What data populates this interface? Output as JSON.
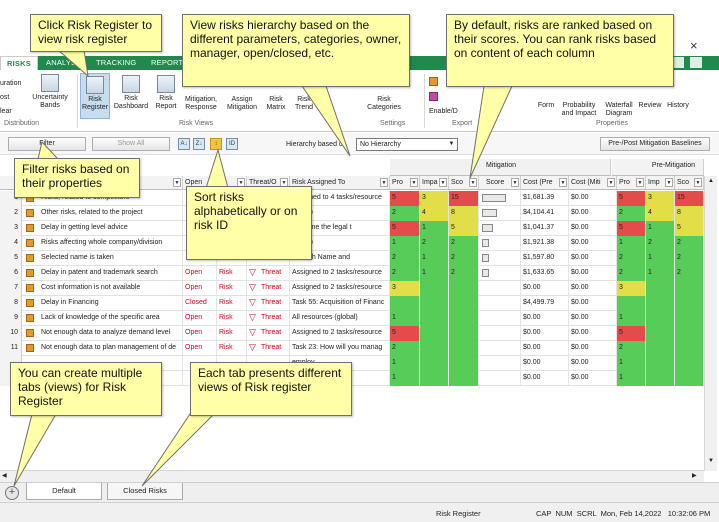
{
  "ribbon": {
    "tabs": [
      "RISKS",
      "ANALYSIS",
      "TRACKING",
      "REPORT"
    ],
    "left_items": [
      "uration",
      "ost",
      "lear"
    ],
    "group_distribution": "Distribution",
    "group_risk_views": "Risk Views",
    "group_settings": "Settings",
    "group_export": "Export",
    "group_properties": "Properties",
    "buttons": {
      "uncertainty": "Uncertainty Bands",
      "risk_register": "Risk Register",
      "risk_dashboard": "Risk Dashboard",
      "risk_report": "Risk Report",
      "mitigation": "Mitigation, Response",
      "assign": "Assign Mitigation",
      "matrix": "Risk Matrix",
      "trend": "Risk Trend",
      "categories": "Risk Categories",
      "enable": "Enable/D",
      "form": "Form",
      "probability": "Probability and Impact",
      "waterfall": "Waterfall Diagram",
      "review": "Review",
      "history": "History"
    },
    "close_glyph": "×"
  },
  "toolbar": {
    "filter": "Filter",
    "show_all": "Show All",
    "sort_icons": [
      "A↓",
      "Z↓",
      "↕",
      "ID"
    ],
    "hierarchy_label": "Hierarchy based o",
    "hierarchy_value": "No Hierarchy",
    "baselines": "Pre-/Post Mitigation Baselines"
  },
  "grid": {
    "group_mitigation": "Mitigation",
    "group_pre_mitigation": "Pre-Mitigation",
    "headers": {
      "status": "Open",
      "threat": "Threat/O",
      "assigned": "Risk Assigned To",
      "prob": "Pro",
      "impact": "Impa",
      "score": "Sco",
      "score2": "Score",
      "cost_pre": "Cost (Pre",
      "cost_miti": "Cost (Miti",
      "pre_prob": "Pro",
      "pre_impact": "Imp",
      "pre_score": "Sco"
    },
    "rows": [
      {
        "n": "1",
        "name": "Risks, related to competitors",
        "status": "",
        "type": "",
        "threat": "",
        "assigned": "Assigned to 4 tasks/resource",
        "prob": "5",
        "impact": "3",
        "score": "15",
        "cost_pre": "$1,681.39",
        "cost_miti": "$0.00",
        "pp": "5",
        "pi": "3",
        "ps": "15"
      },
      {
        "n": "2",
        "name": "Other risks, related to the project",
        "status": "",
        "type": "",
        "threat": "",
        "assigned": "global)",
        "prob": "2",
        "impact": "4",
        "score": "8",
        "cost_pre": "$4,104.41",
        "cost_miti": "$0.00",
        "pp": "2",
        "pi": "4",
        "ps": "8"
      },
      {
        "n": "3",
        "name": "Delay in getting level advice",
        "status": "",
        "type": "",
        "threat": "",
        "assigned": "etermine the legal t",
        "prob": "5",
        "impact": "1",
        "score": "5",
        "cost_pre": "$1,041.37",
        "cost_miti": "$0.00",
        "pp": "5",
        "pi": "1",
        "ps": "5"
      },
      {
        "n": "4",
        "name": "Risks affecting whole company/division",
        "status": "",
        "type": "",
        "threat": "",
        "assigned": "global)",
        "prob": "1",
        "impact": "2",
        "score": "2",
        "cost_pre": "$1,921.38",
        "cost_miti": "$0.00",
        "pp": "1",
        "pi": "2",
        "ps": "2"
      },
      {
        "n": "5",
        "name": "Selected name is taken",
        "status": "",
        "type": "",
        "threat": "",
        "assigned": "stablish Name and",
        "prob": "2",
        "impact": "1",
        "score": "2",
        "cost_pre": "$1,597.80",
        "cost_miti": "$0.00",
        "pp": "2",
        "pi": "1",
        "ps": "2"
      },
      {
        "n": "6",
        "name": "Delay in patent and trademark search",
        "status": "Open",
        "type": "Risk",
        "threat": "Threat",
        "assigned": "Assigned to 2 tasks/resource",
        "prob": "2",
        "impact": "1",
        "score": "2",
        "cost_pre": "$1,633.65",
        "cost_miti": "$0.00",
        "pp": "2",
        "pi": "1",
        "ps": "2"
      },
      {
        "n": "7",
        "name": "Cost information is not available",
        "status": "Open",
        "type": "Risk",
        "threat": "Threat",
        "assigned": "Assigned to 2 tasks/resource",
        "prob": "3",
        "impact": "",
        "score": "",
        "cost_pre": "$0.00",
        "cost_miti": "$0.00",
        "pp": "3",
        "pi": "",
        "ps": ""
      },
      {
        "n": "8",
        "name": "Delay in Financing",
        "status": "Closed",
        "type": "Risk",
        "threat": "Threat",
        "assigned": "Task 55: Acquisition of Financ",
        "prob": "",
        "impact": "",
        "score": "",
        "cost_pre": "$4,499.79",
        "cost_miti": "$0.00",
        "pp": "",
        "pi": "",
        "ps": ""
      },
      {
        "n": "9",
        "name": "Lack of knowledge of the specific area",
        "status": "Open",
        "type": "Risk",
        "threat": "Threat",
        "assigned": "All resources (global)",
        "prob": "1",
        "impact": "",
        "score": "",
        "cost_pre": "$0.00",
        "cost_miti": "$0.00",
        "pp": "1",
        "pi": "",
        "ps": ""
      },
      {
        "n": "10",
        "name": "Not enough data to analyze demand level",
        "status": "Open",
        "type": "Risk",
        "threat": "Threat",
        "assigned": "Assigned to 2 tasks/resource",
        "prob": "5",
        "impact": "",
        "score": "",
        "cost_pre": "$0.00",
        "cost_miti": "$0.00",
        "pp": "5",
        "pi": "",
        "ps": ""
      },
      {
        "n": "11",
        "name": "Not enough data to plan management of de",
        "status": "Open",
        "type": "Risk",
        "threat": "Threat",
        "assigned": "Task 23: How will you manag",
        "prob": "2",
        "impact": "",
        "score": "",
        "cost_pre": "$0.00",
        "cost_miti": "$0.00",
        "pp": "2",
        "pi": "",
        "ps": ""
      },
      {
        "n": "",
        "name": "",
        "status": "",
        "type": "",
        "threat": "",
        "assigned": "employ",
        "prob": "1",
        "impact": "",
        "score": "",
        "cost_pre": "$0.00",
        "cost_miti": "$0.00",
        "pp": "1",
        "pi": "",
        "ps": ""
      },
      {
        "n": "",
        "name": "",
        "status": "",
        "type": "",
        "threat": "",
        "assigned": "",
        "prob": "1",
        "impact": "",
        "score": "",
        "cost_pre": "$0.00",
        "cost_miti": "$0.00",
        "pp": "1",
        "pi": "",
        "ps": ""
      }
    ]
  },
  "bottom_tabs": {
    "add": "+",
    "default": "Default",
    "closed": "Closed Risks"
  },
  "statusbar": {
    "center": "Risk Register",
    "right": "CAP  NUM  SCRL  Mon, Feb 14,2022   10:32:06 PM"
  },
  "callouts": {
    "c1": "Click Risk Register to view risk register",
    "c2": "View risks hierarchy based on the different parameters, categories, owner, manager, open/closed, etc.",
    "c3": "By default, risks are ranked based on their scores. You can  rank risks based on content of each column",
    "c4": "Filter risks based on their properties",
    "c5": "Sort risks alphabetically  or on risk ID",
    "c6": "You can create multiple tabs (views) for Risk Register",
    "c7": "Each tab presents different views of Risk register"
  },
  "colors": {
    "green": "#58cc58",
    "yellow": "#e1df48",
    "red": "#e54b4b",
    "ribbon": "#1f8a4c",
    "callout": "#ffffa8"
  }
}
